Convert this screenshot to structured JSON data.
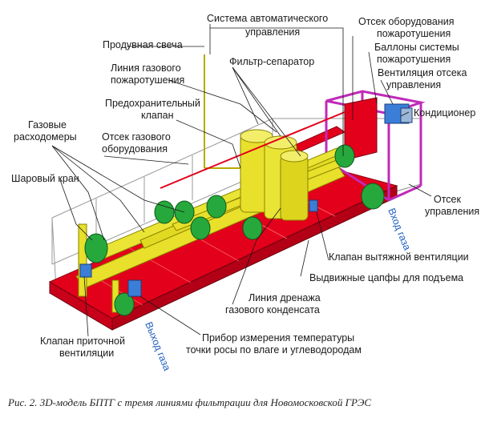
{
  "title": {
    "line1": "Система автоматического",
    "line2": "управления"
  },
  "labels": {
    "purge": "Продувная свеча",
    "fire_line_1": "Линия газового",
    "fire_line_2": "пожаротушения",
    "filter": "Фильтр-сепаратор",
    "safety_1": "Предохранитель-",
    "safety_2": "ный",
    "safety_3": "клапан",
    "meters_1": "Газовые",
    "meters_2": "расходомеры",
    "gas_comp_1": "Отсек газового",
    "gas_comp_2": "оборудования",
    "ball_valve": "Шаровый кран",
    "fire_comp_1": "Отсек оборудования",
    "fire_comp_2": "пожаротушения",
    "fire_bottles_1": "Баллоны системы",
    "fire_bottles_2": "пожаротушения",
    "vent_ctrl_1": "Вентиляция отсека",
    "vent_ctrl_2": "управления",
    "conditioner": "Кондиционер",
    "ctrl_comp_1": "Отсек",
    "ctrl_comp_2": "управления",
    "gas_in": "Вход газа",
    "exhaust_valve": "Клапан вытяжной вентиляции",
    "lift_pins": "Выдвижные цапфы для подъема",
    "drain_1": "Линия дренажа",
    "drain_2": "газового конденсата",
    "intake_valve_1": "Клапан приточной",
    "intake_valve_2": "вентиляции",
    "gas_out": "Выход газа",
    "dew_1": "Прибор измерения температуры",
    "dew_2": "точки росы по влаге и углеводородам"
  },
  "caption": "Рис. 2. 3D-модель БПТГ с тремя линиями фильтрации для Новомосковской ГРЭС",
  "colors": {
    "frame_red": "#e3001b",
    "pipe_yellow": "#e8e02a",
    "valve_green": "#27a83c",
    "cabinet_magenta": "#c02ab8",
    "blue_box": "#3a7ed8",
    "label_blue": "#1f5fbf"
  }
}
